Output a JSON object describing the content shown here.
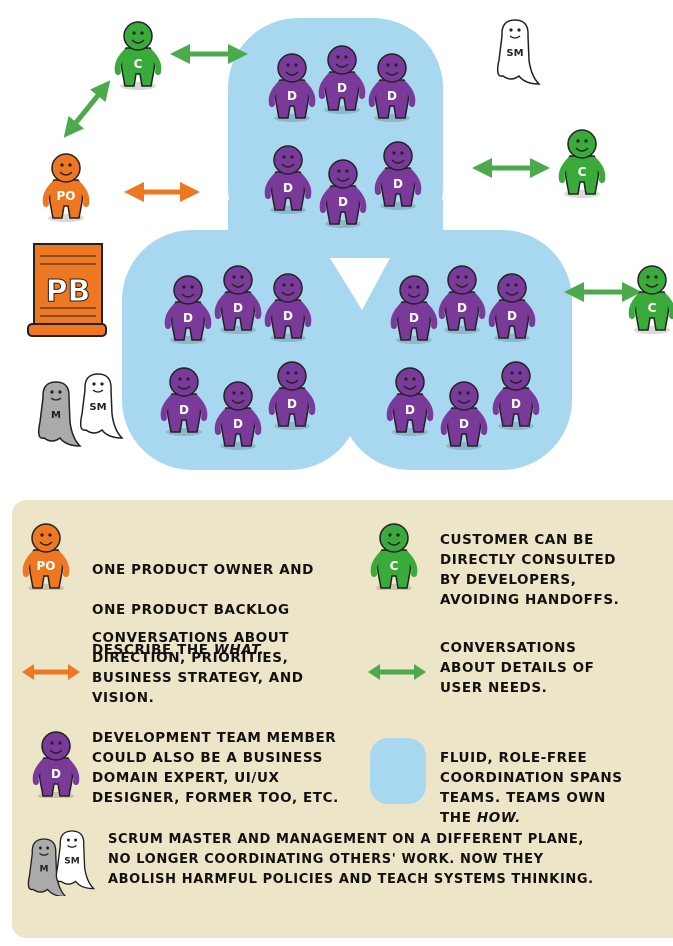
{
  "diagram": {
    "figures": {
      "product_owner": "PO",
      "customer": "C",
      "developer": "D",
      "scrum_master": "SM",
      "manager": "M",
      "backlog": "PB"
    }
  },
  "legend": {
    "po_text_line1": "ONE PRODUCT OWNER AND",
    "po_text_line2": "ONE PRODUCT BACKLOG",
    "po_text_line3_prefix": "DESCRIBE THE ",
    "po_text_line3_em": "WHAT.",
    "customer_text": "CUSTOMER CAN BE\nDIRECTLY CONSULTED\nBY DEVELOPERS,\nAVOIDING HANDOFFS.",
    "orange_arrow_text": "CONVERSATIONS ABOUT\nDIRECTION, PRIORITIES,\nBUSINESS STRATEGY, AND\nVISION.",
    "green_arrow_text": "CONVERSATIONS\nABOUT DETAILS OF\nUSER NEEDS.",
    "developer_text": "DEVELOPMENT TEAM MEMBER\nCOULD ALSO BE A BUSINESS\nDOMAIN EXPERT, UI/UX\nDESIGNER, FORMER TOO, ETC.",
    "blob_text_prefix": "FLUID, ROLE-FREE\nCOORDINATION SPANS\nTEAMS. TEAMS OWN\nTHE ",
    "blob_text_em": "HOW.",
    "sm_text": "SCRUM MASTER AND MANAGEMENT ON A DIFFERENT PLANE,\nNO LONGER COORDINATING OTHERS' WORK. NOW THEY\nABOLISH HARMFUL POLICIES AND TEACH SYSTEMS THINKING."
  },
  "colors": {
    "team_blob": "#a8d8ef",
    "developer": "#7a3a9a",
    "customer": "#3aaa3a",
    "product_owner": "#ee7722",
    "arrow_orange": "#ee7722",
    "arrow_green": "#4caa4c",
    "ghost": "#ffffff",
    "ghost_gray": "#aaaaaa",
    "legend_bg": "#ede5c8"
  }
}
